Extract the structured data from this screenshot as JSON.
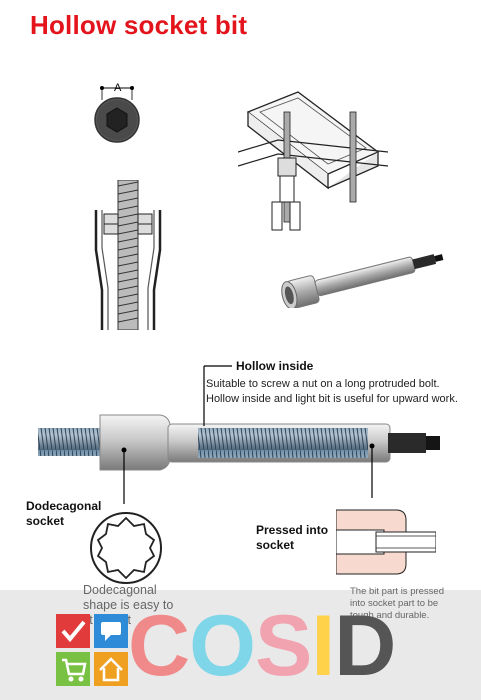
{
  "title": "Hollow socket bit",
  "dimension_label": "A",
  "callouts": {
    "hollow_inside": {
      "heading": "Hollow inside",
      "description_lines": [
        "Suitable to screw a nut on a long protruded bolt.",
        "Hollow inside and light bit is useful for upward work."
      ]
    },
    "dodecagonal_socket": {
      "heading_lines": [
        "Dodecagonal",
        "socket"
      ],
      "description_lines": [
        "Dodecagonal",
        "shape is easy to",
        "fit on nut"
      ]
    },
    "pressed_into_socket": {
      "heading_lines": [
        "Pressed into",
        "socket"
      ],
      "description_lines": [
        "The bit part is pressed",
        "into socket part to be",
        "tough and durable."
      ]
    }
  },
  "watermark": {
    "letters": [
      "C",
      "O",
      "S",
      "I",
      "D"
    ],
    "colors": [
      "#f08a8a",
      "#7fd6e8",
      "#f2a3b0",
      "#ffd24a",
      "#555555"
    ],
    "badge_colors": [
      "#e23b3b",
      "#2e8bd8",
      "#79c142",
      "#f0a020"
    ]
  }
}
